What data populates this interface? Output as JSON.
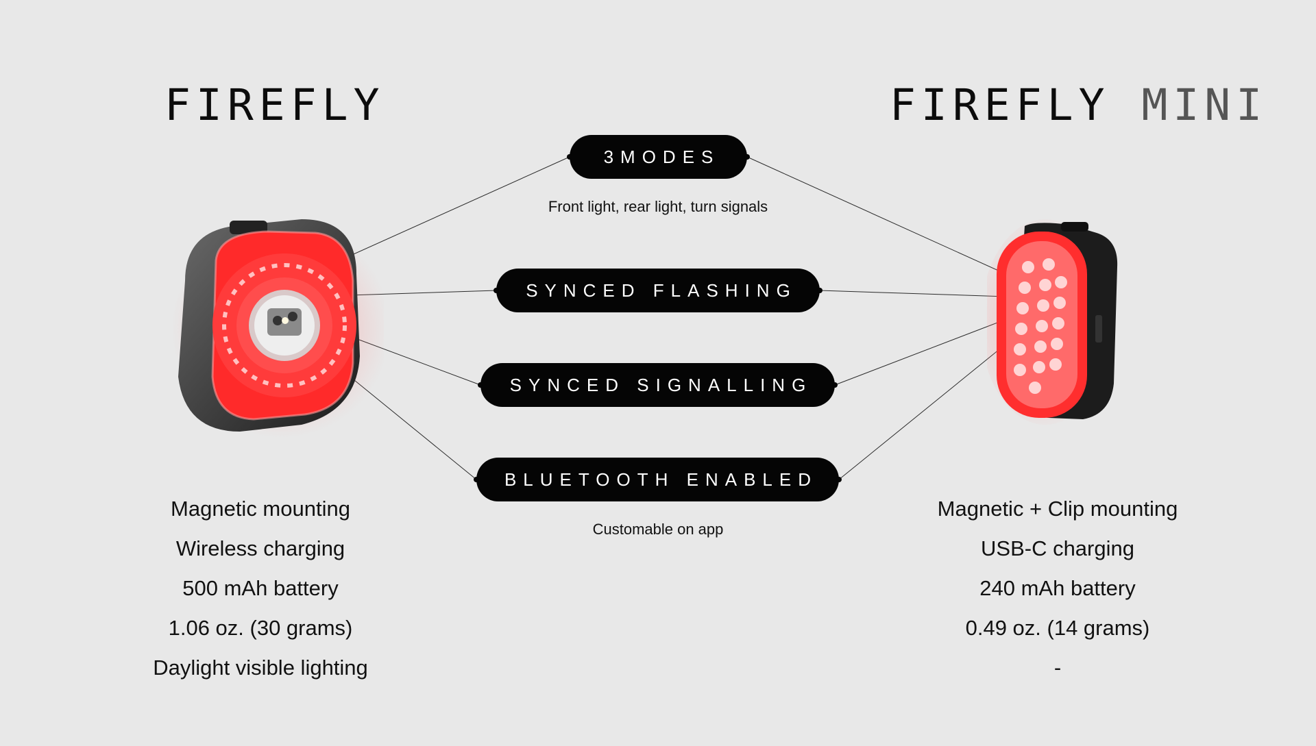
{
  "left_product": {
    "title": "FIREFLY",
    "specs": [
      "Magnetic mounting",
      "Wireless charging",
      "500 mAh battery",
      "1.06 oz. (30 grams)",
      "Daylight visible lighting"
    ]
  },
  "right_product": {
    "title_main": "FIREFLY",
    "title_light": "MINI",
    "specs": [
      "Magnetic + Clip mounting",
      "USB-C charging",
      "240 mAh battery",
      "0.49 oz. (14 grams)",
      "-"
    ]
  },
  "features": [
    {
      "label": "3MODES",
      "description": "Front light, rear light, turn signals"
    },
    {
      "label": "SYNCED FLASHING",
      "description": ""
    },
    {
      "label": "SYNCED SIGNALLING",
      "description": ""
    },
    {
      "label": "BLUETOOTH ENABLED",
      "description": "Customable on app"
    }
  ],
  "colors": {
    "background": "#e8e8e8",
    "pill": "#050505",
    "light_red": "#ff3b3b"
  }
}
